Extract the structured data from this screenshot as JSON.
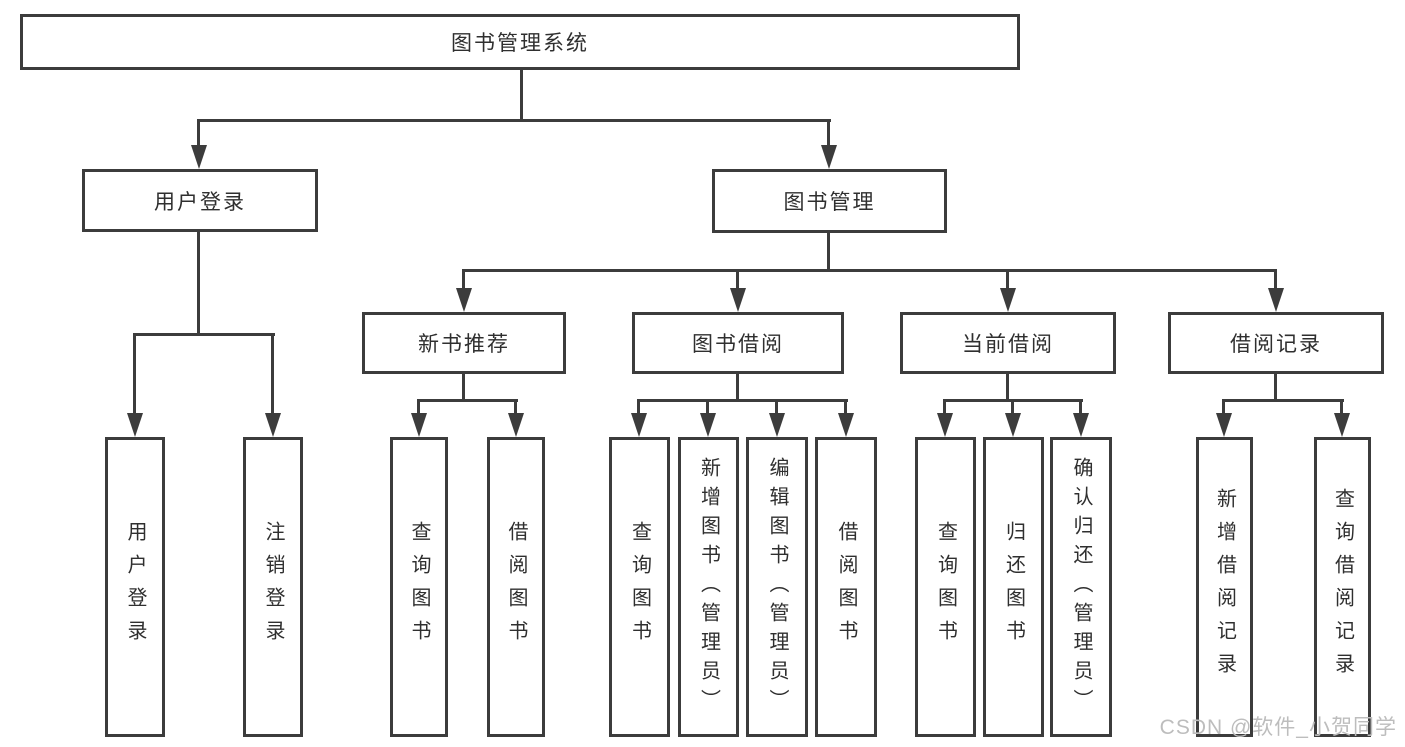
{
  "colors": {
    "line": "#3c3c3c",
    "text": "#2f2f2f",
    "background": "#ffffff",
    "watermark": "#bdbdbd"
  },
  "watermark": {
    "text": "CSDN @软件_小贺同学"
  },
  "tree": {
    "root": "图书管理系统",
    "branches": [
      {
        "label": "用户登录",
        "children": [
          "用户登录",
          "注销登录"
        ]
      },
      {
        "label": "图书管理",
        "sections": [
          {
            "label": "新书推荐",
            "children": [
              "查询图书",
              "借阅图书"
            ]
          },
          {
            "label": "图书借阅",
            "children": [
              "查询图书",
              "新增图书（管理员）",
              "编辑图书（管理员）",
              "借阅图书"
            ]
          },
          {
            "label": "当前借阅",
            "children": [
              "查询图书",
              "归还图书",
              "确认归还（管理员）"
            ]
          },
          {
            "label": "借阅记录",
            "children": [
              "新增借阅记录",
              "查询借阅记录"
            ]
          }
        ]
      }
    ]
  }
}
